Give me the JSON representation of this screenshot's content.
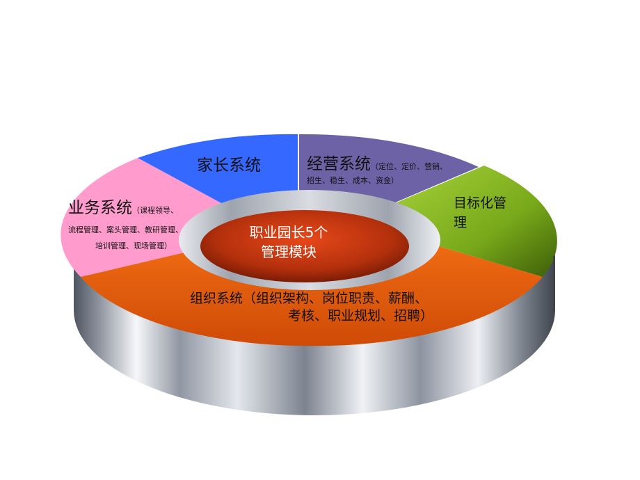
{
  "diagram": {
    "center": {
      "line1": "职业园长5个",
      "line2": "管理模块"
    },
    "segments": [
      {
        "id": "parent",
        "title": "家长系统",
        "color": "#3366ff"
      },
      {
        "id": "operation",
        "title": "经营系统",
        "detail_line1": "（定位、定价、营销、",
        "detail_line2": "招生、稳生、成本、资金）",
        "color": "#6b5fa3"
      },
      {
        "id": "target",
        "title_line1": "目标化管",
        "title_line2": "理",
        "color": "#7fb31f"
      },
      {
        "id": "organization",
        "title": "组织系统（组织架构、岗位职责、薪酬、",
        "title_line2": "考核、职业规划、招聘）",
        "color": "#e85d0c"
      },
      {
        "id": "business",
        "title": "业务系统",
        "detail_line1": "（课程领导、",
        "detail_line2": "流程管理、案头管理、教研管理、",
        "detail_line3": "培训管理、现场管理）",
        "color": "#ff99cc"
      }
    ]
  }
}
